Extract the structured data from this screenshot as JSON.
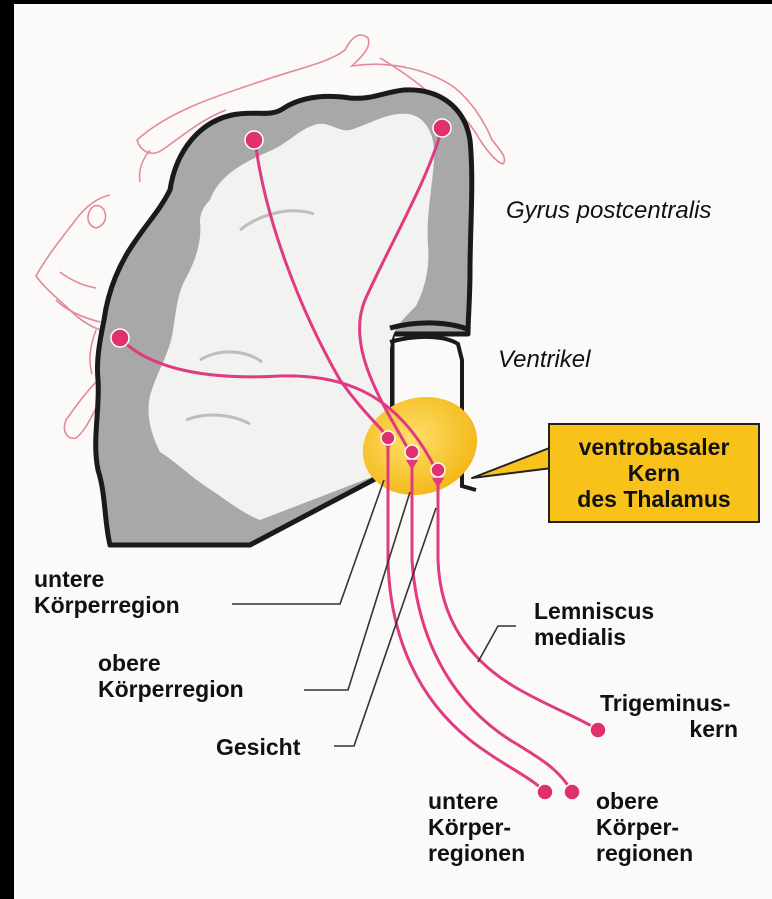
{
  "labels": {
    "gyrus": "Gyrus postcentralis",
    "ventrikel": "Ventrikel",
    "thalamus_line1": "ventrobasaler",
    "thalamus_line2": "Kern",
    "thalamus_line3": "des Thalamus",
    "untere_region_1": "untere",
    "untere_region_2": "Körperregion",
    "obere_region_1": "obere",
    "obere_region_2": "Körperregion",
    "gesicht": "Gesicht",
    "lemniscus_1": "Lemniscus",
    "lemniscus_2": "medialis",
    "trigeminus_1": "Trigeminus-",
    "trigeminus_2": "kern",
    "untere_regionen_1": "untere",
    "untere_regionen_2": "Körper-",
    "untere_regionen_3": "regionen",
    "obere_regionen_1": "obere",
    "obere_regionen_2": "Körper-",
    "obere_regionen_3": "regionen"
  },
  "colors": {
    "pathway": "#e03a82",
    "node": "#e0306e",
    "cortex": "#a7a7a7",
    "white_matter": "#f2f2f0",
    "thalamus": "#f6c21c",
    "label_box": "#f8c21a",
    "homunculus": "#e4889c"
  }
}
